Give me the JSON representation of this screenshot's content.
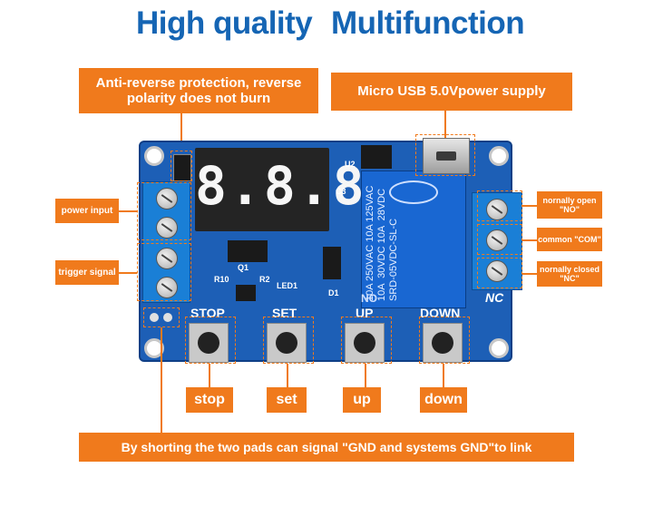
{
  "header": {
    "title_left": "High quality",
    "title_right": "Multifunction"
  },
  "callouts": {
    "anti_reverse": "Anti-reverse protection, reverse polarity does not burn",
    "usb_power": "Micro USB 5.0Vpower supply",
    "power_input": "power input",
    "trigger_signal": "trigger signal",
    "normally_open": "nornally open \"NO\"",
    "common": "common \"COM\"",
    "normally_closed": "nornally closed \"NC\"",
    "footer_note": "By shorting the two pads can signal \"GND and systems GND\"to link"
  },
  "buttons": {
    "stop": "stop",
    "set": "set",
    "up": "up",
    "down": "down"
  },
  "board": {
    "display_digits": "8.8.8.",
    "silk_stop": "STOP",
    "silk_set": "SET",
    "silk_up": "UP",
    "silk_down": "DOWN",
    "silk_no": "NO",
    "silk_nc": "NC",
    "silk_led": "LED1",
    "silk_r10": "R10",
    "silk_r2": "R2",
    "silk_q1": "Q1",
    "silk_d1": "D1",
    "silk_c3": "C3",
    "silk_u2": "U2",
    "relay_text": "10A 250VAC 10A 125VAC\n10A  30VDC 10A  28VDC\nSRD-05VDC-SL-C"
  },
  "colors": {
    "accent_orange": "#f07a1c",
    "title_blue": "#1565b4",
    "board_blue": "#1d5fb6"
  }
}
